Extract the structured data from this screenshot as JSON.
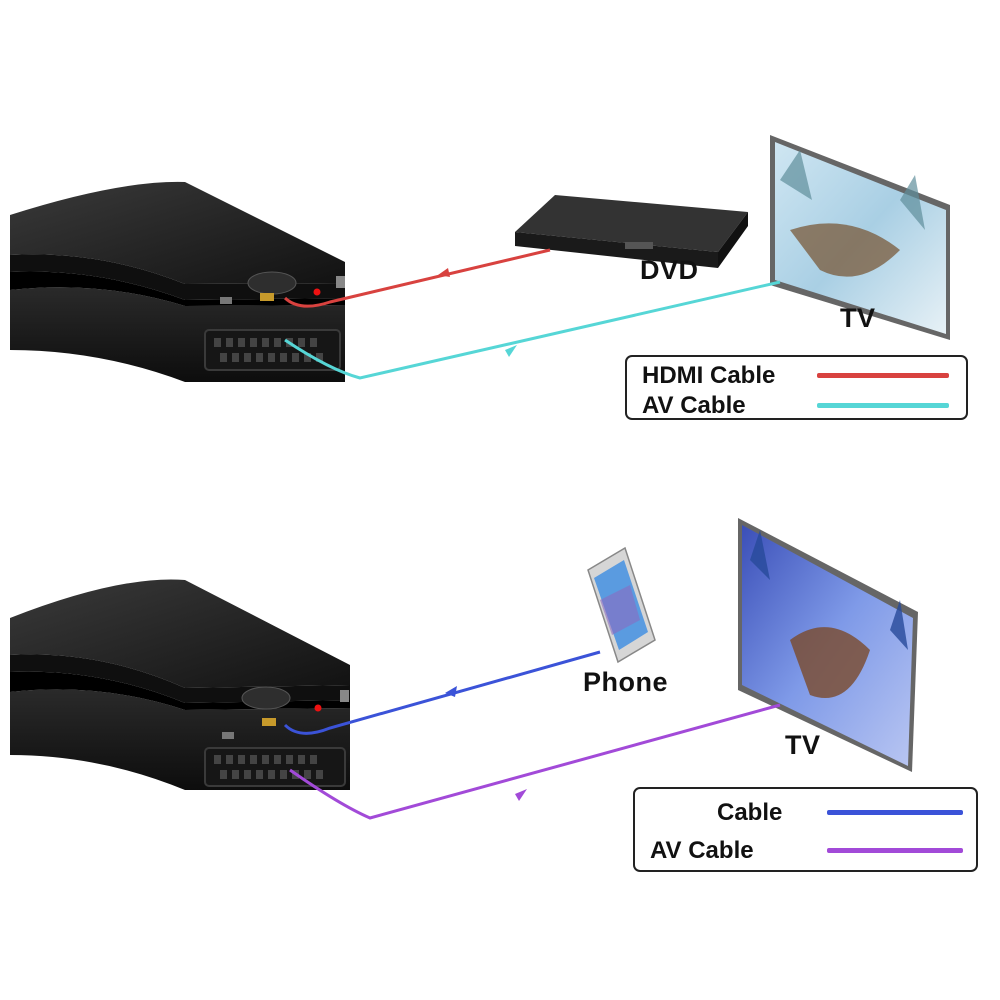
{
  "colors": {
    "hdmi_red": "#d8423f",
    "av_cyan": "#56d6d6",
    "blue": "#3b53d8",
    "purple": "#a24ad8",
    "device_black": "#1b1b1b"
  },
  "top": {
    "source_label": "DVD",
    "display_label": "TV",
    "legend": [
      {
        "label": "HDMI Cable",
        "color": "#d8423f"
      },
      {
        "label": "AV Cable",
        "color": "#56d6d6"
      }
    ]
  },
  "bottom": {
    "source_label": "Phone",
    "display_label": "TV",
    "legend": [
      {
        "label": "Cable",
        "color": "#3b53d8"
      },
      {
        "label": "AV Cable",
        "color": "#a24ad8"
      }
    ]
  }
}
